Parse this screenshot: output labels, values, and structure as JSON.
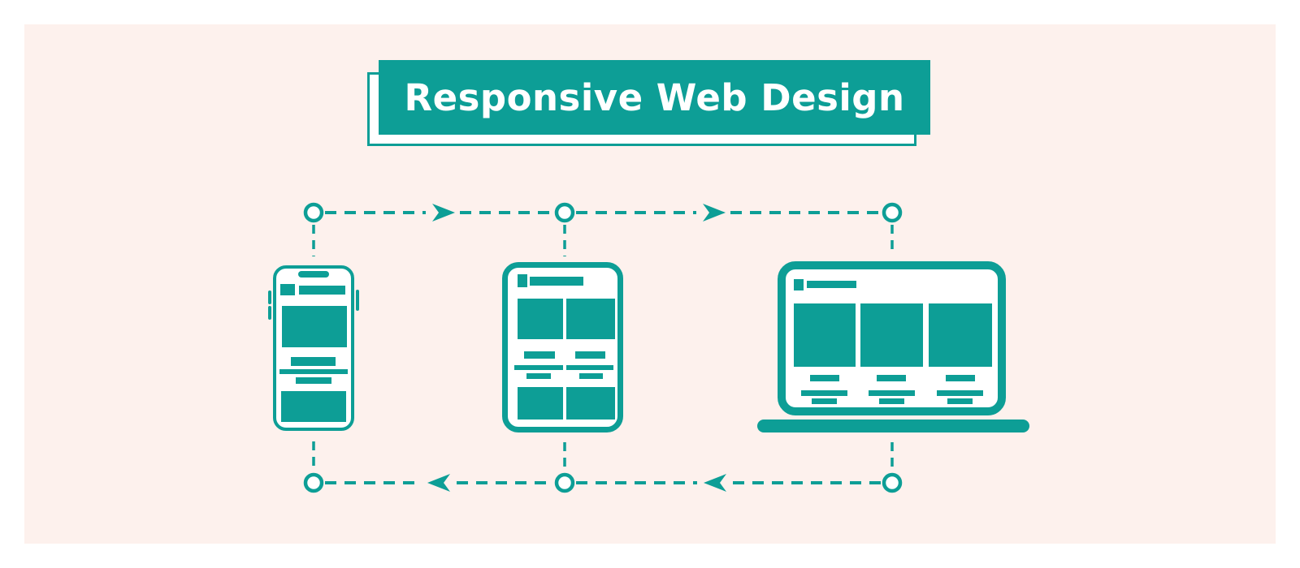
{
  "banner": {
    "title": "Responsive Web Design"
  },
  "colors": {
    "accent": "#0d9e96",
    "panel_background": "#fdf1ed",
    "canvas_background": "#ffffff",
    "banner_text": "#ffffff"
  },
  "flow": {
    "top_direction": "right",
    "bottom_direction": "left",
    "node_count_top": 3,
    "node_count_bottom": 3,
    "arrow_count_top": 2,
    "arrow_count_bottom": 2
  },
  "devices": [
    {
      "icon": "smartphone-icon"
    },
    {
      "icon": "tablet-icon"
    },
    {
      "icon": "laptop-icon"
    }
  ]
}
